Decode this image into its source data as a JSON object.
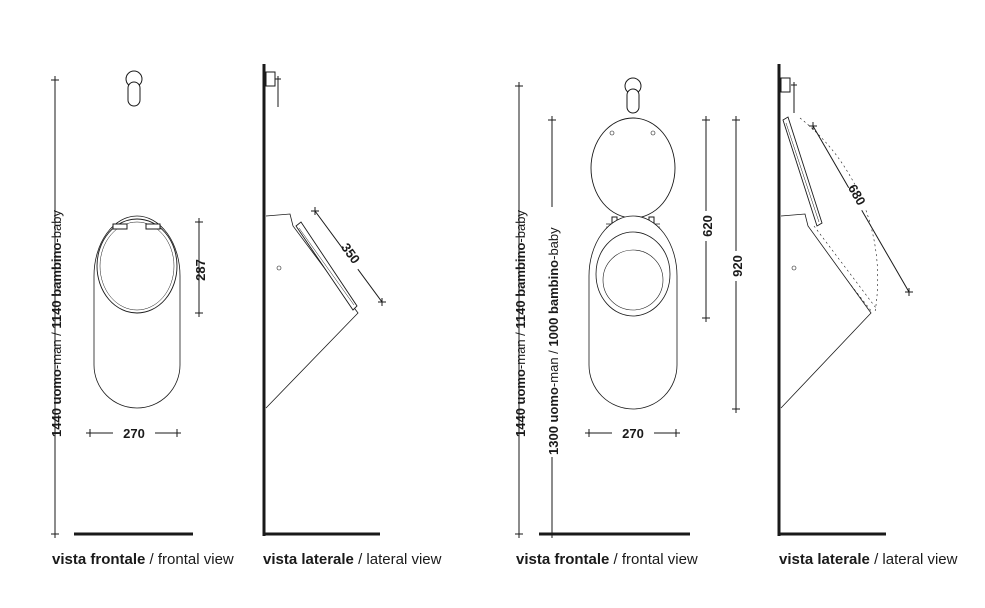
{
  "panels": [
    {
      "id": "frontal-1",
      "caption_it": "vista frontale",
      "caption_sep": " / ",
      "caption_en": "frontal view",
      "height_labels": [
        {
          "num": "1440",
          "it": "uomo",
          "en": "-man"
        },
        {
          "num": "1140",
          "it": "bambino",
          "en": "-baby"
        }
      ],
      "dims": {
        "width": "270",
        "lid": "287"
      }
    },
    {
      "id": "lateral-1",
      "caption_it": "vista laterale",
      "caption_sep": " / ",
      "caption_en": "lateral view",
      "dims": {
        "lid_diag": "350"
      }
    },
    {
      "id": "frontal-2",
      "caption_it": "vista frontale",
      "caption_sep": " / ",
      "caption_en": "frontal view",
      "height_labels_a": [
        {
          "num": "1440",
          "it": "uomo",
          "en": "-man"
        },
        {
          "num": "1140",
          "it": "bambino",
          "en": "-baby"
        }
      ],
      "height_labels_b": [
        {
          "num": "1300",
          "it": "uomo",
          "en": "-man"
        },
        {
          "num": "1000",
          "it": "bambino",
          "en": "-baby"
        }
      ],
      "dims": {
        "width": "270",
        "lid_open": "620",
        "total": "920"
      }
    },
    {
      "id": "lateral-2",
      "caption_it": "vista laterale",
      "caption_sep": " / ",
      "caption_en": "lateral view",
      "dims": {
        "swing": "680"
      }
    }
  ]
}
